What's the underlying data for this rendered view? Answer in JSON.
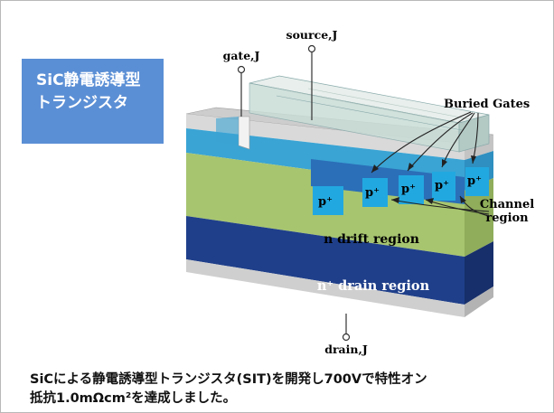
{
  "badge": {
    "line1": "SiC静電誘導型",
    "line2": "トランジスタ"
  },
  "diagram": {
    "terminals": {
      "source": "source,J",
      "gate": "gate,J",
      "drain": "drain,J"
    },
    "labels": {
      "buried_gates": "Buried Gates",
      "channel_line1": "Channel",
      "channel_line2": "region",
      "n_drift": "n drift region",
      "drain_region": "n⁺ drain region",
      "p_plus": "p⁺"
    },
    "colors": {
      "n_drift": "#a7c56f",
      "n_drain": "#1f3f8a",
      "substrate": "#dcdcdc",
      "layer_blue": "#3aa4d4",
      "p_region": "#22a8e0",
      "source_glass": "#c9dcd6"
    }
  },
  "caption": {
    "line1": "SiCによる静電誘導型トランジスタ(SIT)を開発し700Vで特性オン",
    "line2": "抵抗1.0mΩcm²を達成しました。"
  }
}
